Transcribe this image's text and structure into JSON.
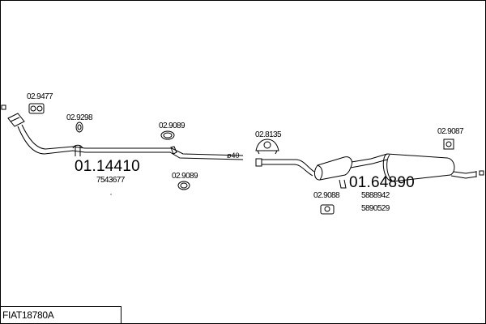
{
  "diagram": {
    "title": "FIAT18780A",
    "parts": [
      {
        "id": "pipe",
        "number": "01.14410",
        "ref": "7543677"
      },
      {
        "id": "muffler",
        "number": "01.64890",
        "refs": [
          "5888942",
          "5890529"
        ]
      }
    ],
    "accessories": [
      "02.9477",
      "02.9298",
      "02.9089",
      "02.9089",
      "02.8135",
      "02.9088",
      "02.9087"
    ],
    "diameter": "ø40"
  }
}
